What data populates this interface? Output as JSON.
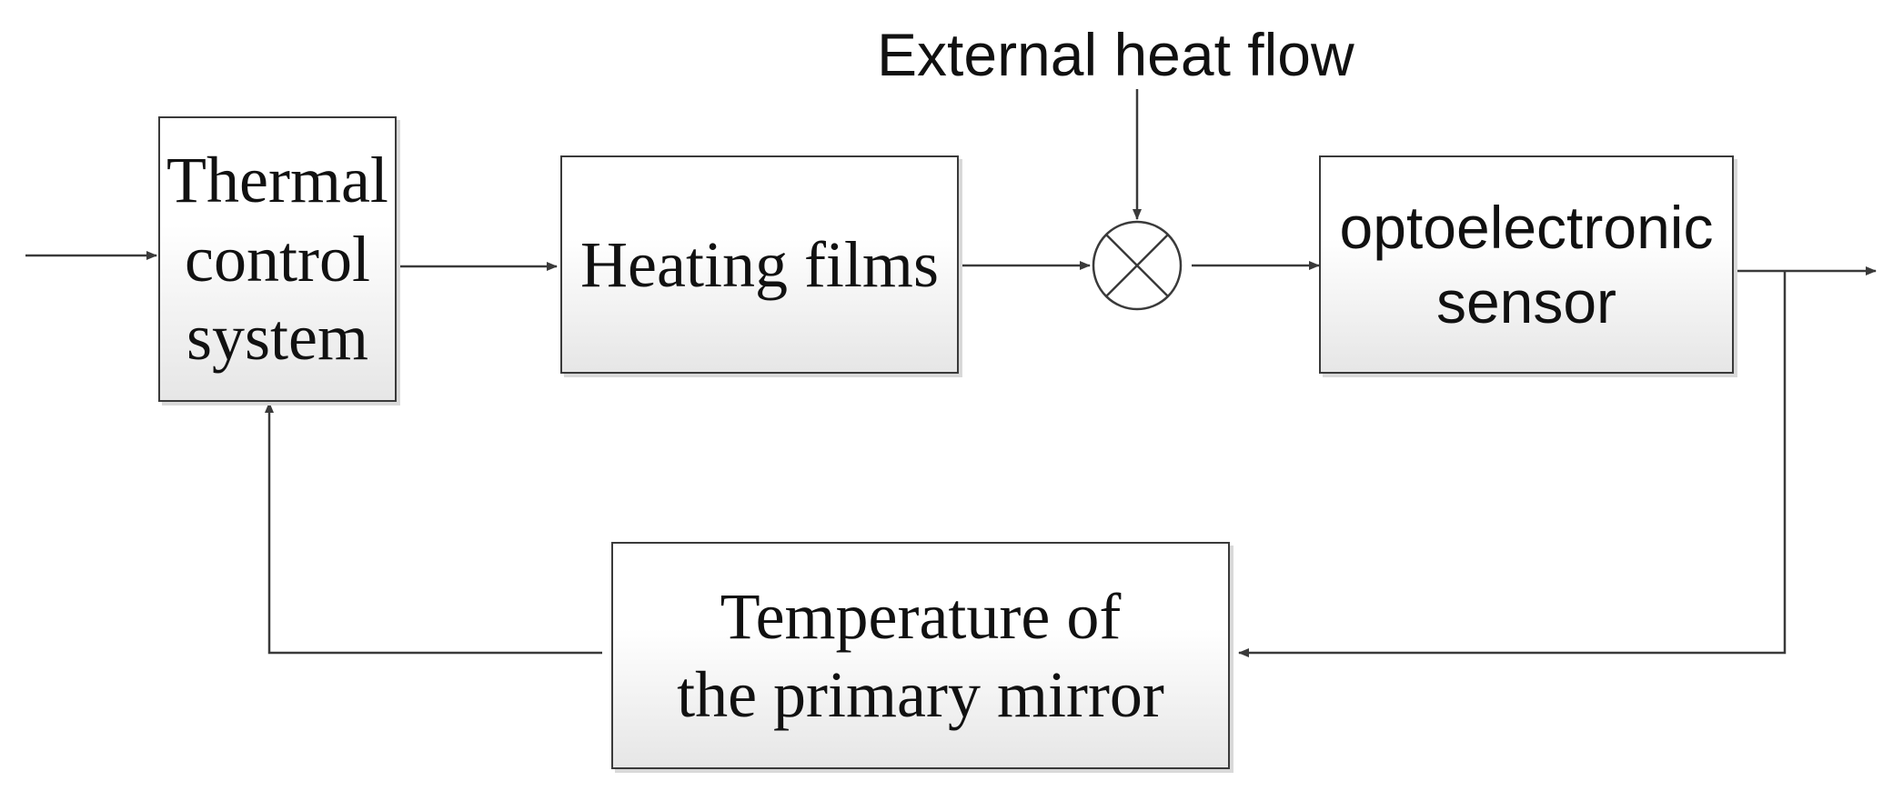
{
  "blocks": {
    "thermal_control": "Thermal\ncontrol\nsystem",
    "heating_films": "Heating films",
    "optoelectronic": "optoelectronic\nsensor",
    "temperature": "Temperature of\nthe primary mirror"
  },
  "disturbance": {
    "label": "External heat flow"
  },
  "style": {
    "line_color": "#3a3a3a",
    "block_fill_top": "#ffffff",
    "block_fill_bottom": "#e6e6e6"
  }
}
